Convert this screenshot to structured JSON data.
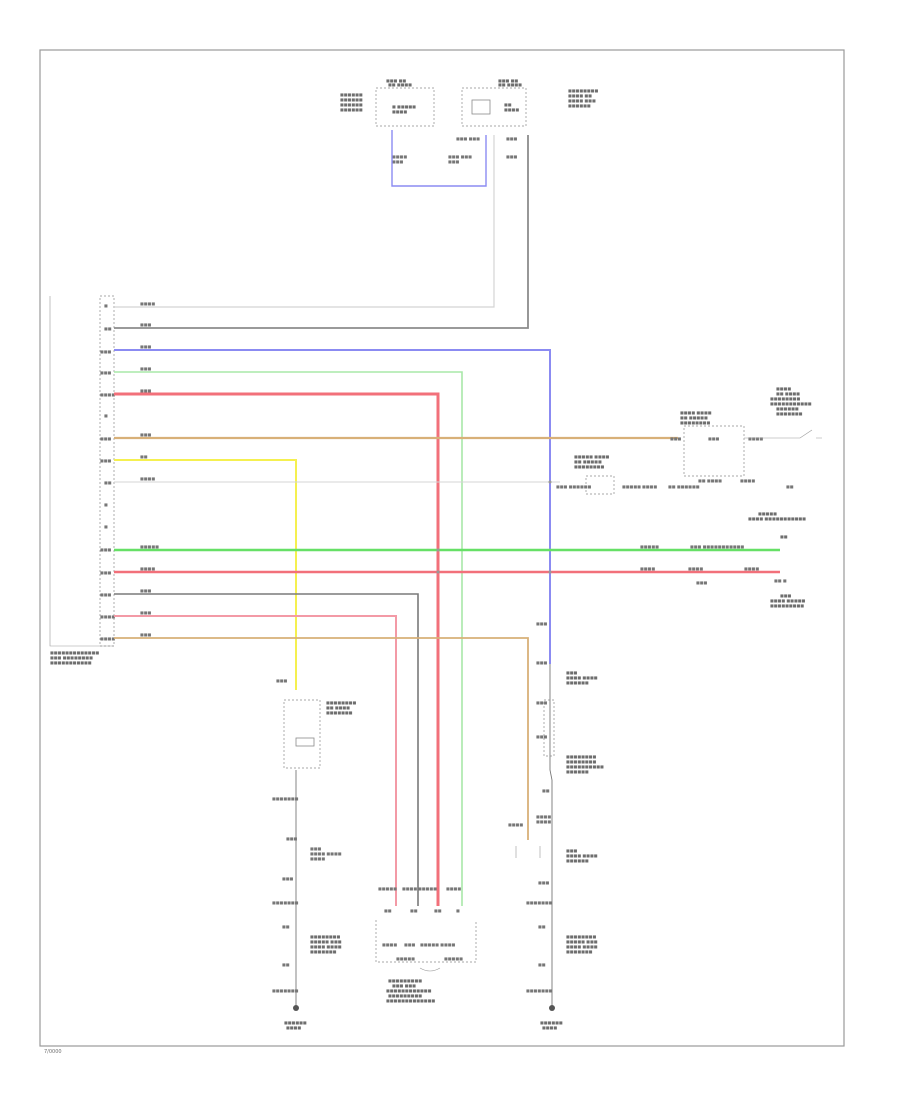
{
  "figure_id": "7/0000",
  "colors": {
    "blue": "#8b8bf2",
    "gray": "#8c8c8c",
    "light": "#d4d4d4",
    "green": "#66e066",
    "lightgreen": "#a8e8a8",
    "red": "#f2707a",
    "pink": "#f39aa6",
    "tan": "#d8b078",
    "yellow": "#f5f050",
    "darkgray": "#7a7a7a",
    "ground": "#777777"
  },
  "wires": [
    {
      "id": "w-ig-light",
      "color": "light"
    },
    {
      "id": "w-b-gray",
      "color": "gray"
    },
    {
      "id": "w-blue-main",
      "color": "blue"
    },
    {
      "id": "w-blue-top",
      "color": "blue"
    },
    {
      "id": "w-green-light",
      "color": "lightgreen"
    },
    {
      "id": "w-red-1",
      "color": "red"
    },
    {
      "id": "w-tan-1",
      "color": "tan"
    },
    {
      "id": "w-yellow",
      "color": "yellow"
    },
    {
      "id": "w-light-2",
      "color": "light"
    },
    {
      "id": "w-green-main",
      "color": "green"
    },
    {
      "id": "w-red-main",
      "color": "red"
    },
    {
      "id": "w-gray-2",
      "color": "darkgray"
    },
    {
      "id": "w-pink",
      "color": "pink"
    },
    {
      "id": "w-tan-2",
      "color": "tan"
    },
    {
      "id": "w-gnd-left",
      "color": "ground"
    },
    {
      "id": "w-gnd-mid",
      "color": "ground"
    }
  ]
}
